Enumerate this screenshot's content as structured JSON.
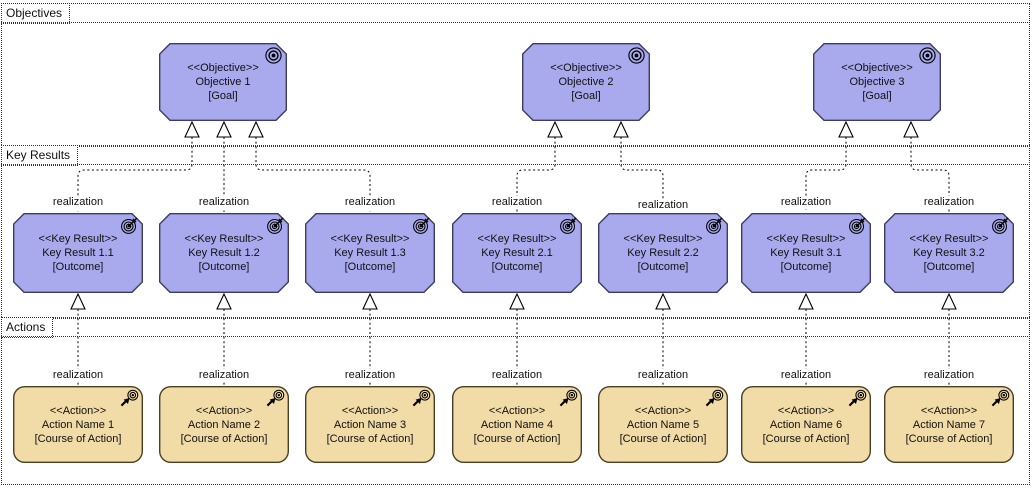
{
  "diagram": {
    "lanes": [
      {
        "title": "Objectives"
      },
      {
        "title": "Key Results"
      },
      {
        "title": "Actions"
      }
    ],
    "connector_label": "realization",
    "objectives": [
      {
        "stereotype": "<<Objective>>",
        "name": "Objective 1",
        "type": "[Goal]",
        "icon": "goal-icon"
      },
      {
        "stereotype": "<<Objective>>",
        "name": "Objective 2",
        "type": "[Goal]",
        "icon": "goal-icon"
      },
      {
        "stereotype": "<<Objective>>",
        "name": "Objective 3",
        "type": "[Goal]",
        "icon": "goal-icon"
      }
    ],
    "key_results": [
      {
        "stereotype": "<<Key Result>>",
        "name": "Key Result 1.1",
        "type": "[Outcome]",
        "icon": "outcome-icon"
      },
      {
        "stereotype": "<<Key Result>>",
        "name": "Key Result 1.2",
        "type": "[Outcome]",
        "icon": "outcome-icon"
      },
      {
        "stereotype": "<<Key Result>>",
        "name": "Key Result 1.3",
        "type": "[Outcome]",
        "icon": "outcome-icon"
      },
      {
        "stereotype": "<<Key Result>>",
        "name": "Key Result 2.1",
        "type": "[Outcome]",
        "icon": "outcome-icon"
      },
      {
        "stereotype": "<<Key Result>>",
        "name": "Key Result 2.2",
        "type": "[Outcome]",
        "icon": "outcome-icon"
      },
      {
        "stereotype": "<<Key Result>>",
        "name": "Key Result 3.1",
        "type": "[Outcome]",
        "icon": "outcome-icon"
      },
      {
        "stereotype": "<<Key Result>>",
        "name": "Key Result 3.2",
        "type": "[Outcome]",
        "icon": "outcome-icon"
      }
    ],
    "actions": [
      {
        "stereotype": "<<Action>>",
        "name": "Action Name 1",
        "type": "[Course of Action]",
        "icon": "course-of-action-icon"
      },
      {
        "stereotype": "<<Action>>",
        "name": "Action Name 2",
        "type": "[Course of Action]",
        "icon": "course-of-action-icon"
      },
      {
        "stereotype": "<<Action>>",
        "name": "Action Name 3",
        "type": "[Course of Action]",
        "icon": "course-of-action-icon"
      },
      {
        "stereotype": "<<Action>>",
        "name": "Action Name 4",
        "type": "[Course of Action]",
        "icon": "course-of-action-icon"
      },
      {
        "stereotype": "<<Action>>",
        "name": "Action Name 5",
        "type": "[Course of Action]",
        "icon": "course-of-action-icon"
      },
      {
        "stereotype": "<<Action>>",
        "name": "Action Name 6",
        "type": "[Course of Action]",
        "icon": "course-of-action-icon"
      },
      {
        "stereotype": "<<Action>>",
        "name": "Action Name 7",
        "type": "[Course of Action]",
        "icon": "course-of-action-icon"
      }
    ],
    "colors": {
      "motivation_fill": "#a9a9ee",
      "motivation_border": "#3c3c64",
      "action_fill": "#f1dba6",
      "action_border": "#4a3f23",
      "connector": "#000000"
    }
  }
}
